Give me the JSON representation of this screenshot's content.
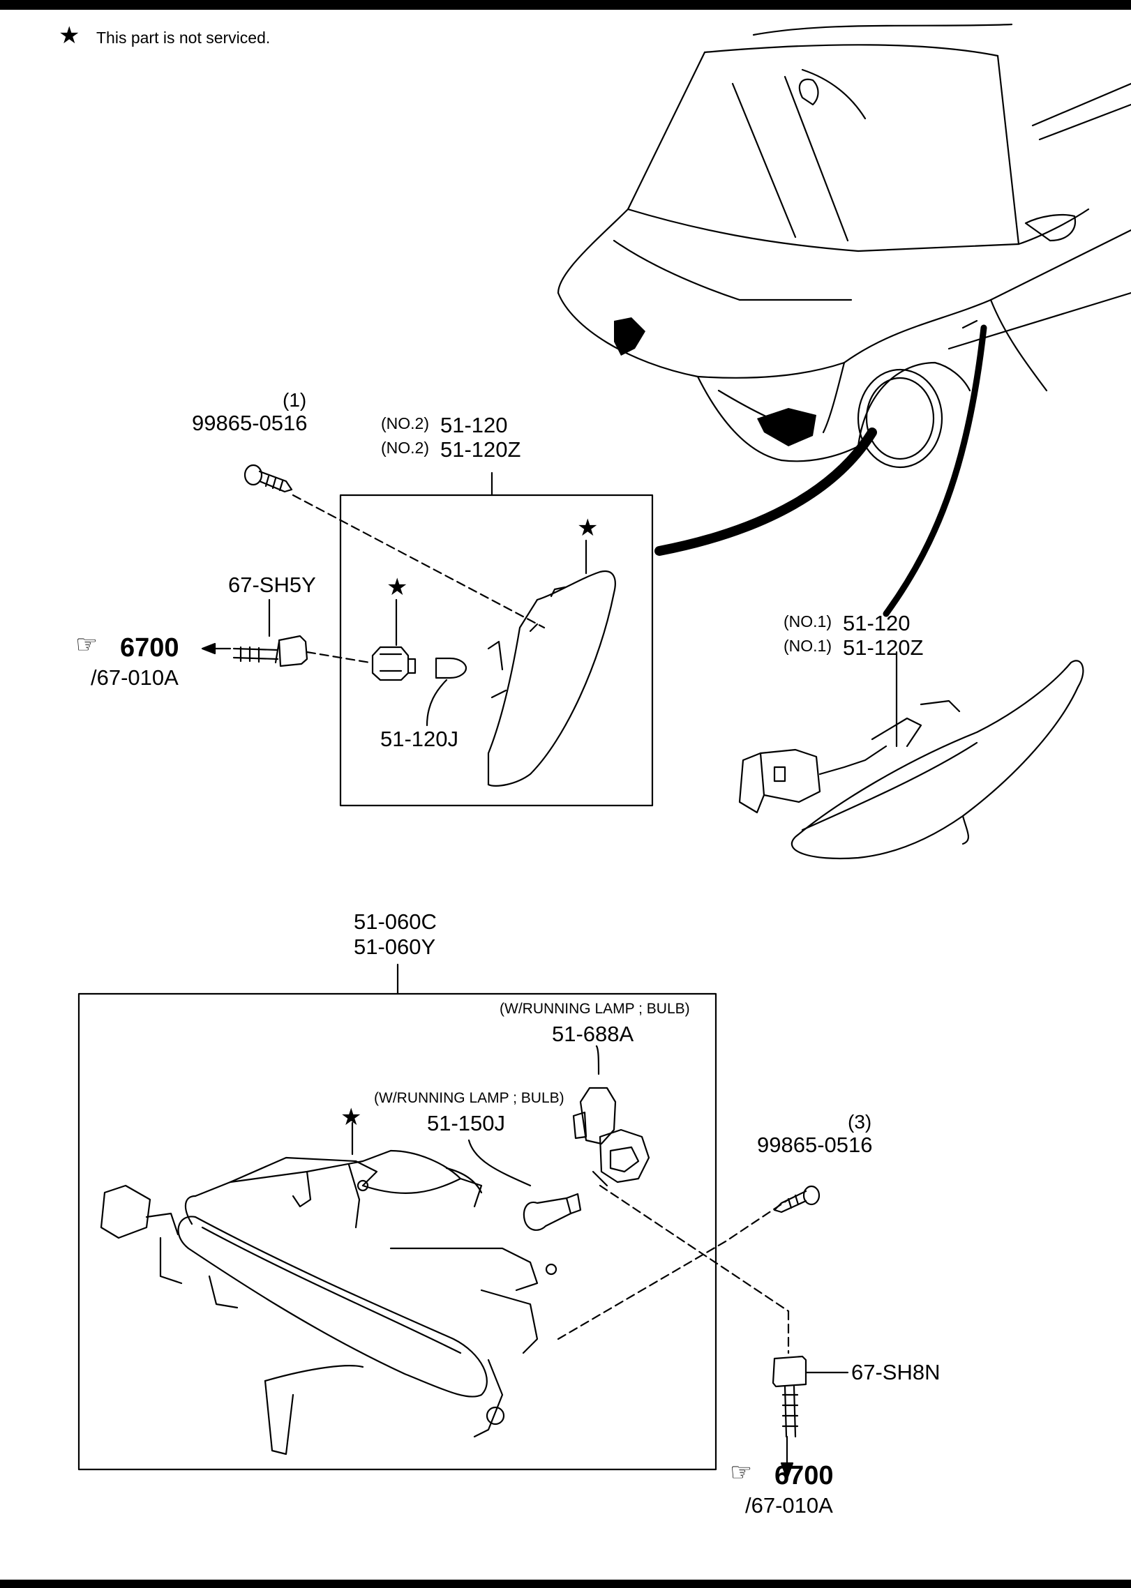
{
  "note": {
    "symbol": "★",
    "text": "This part is not serviced."
  },
  "upper_group": {
    "screw": {
      "qty": "(1)",
      "part": "99865-0516"
    },
    "lamp_no2_a": {
      "prefix": "(NO.2)",
      "part": "51-120"
    },
    "lamp_no2_b": {
      "prefix": "(NO.2)",
      "part": "51-120Z"
    },
    "connector": "67-SH5Y",
    "reference": {
      "number": "6700",
      "sub": "/67-010A"
    },
    "bulb": "51-120J",
    "lamp_no1_a": {
      "prefix": "(NO.1)",
      "part": "51-120"
    },
    "lamp_no1_b": {
      "prefix": "(NO.1)",
      "part": "51-120Z"
    }
  },
  "lower_group": {
    "assembly_a": "51-060C",
    "assembly_b": "51-060Y",
    "socket": {
      "condition": "(W/RUNNING LAMP ; BULB)",
      "part": "51-688A"
    },
    "bulb": {
      "condition": "(W/RUNNING LAMP ; BULB)",
      "part": "51-150J"
    },
    "screw": {
      "qty": "(3)",
      "part": "99865-0516"
    },
    "connector": "67-SH8N",
    "reference": {
      "number": "6700",
      "sub": "/67-010A"
    }
  },
  "colors": {
    "ink": "#000000",
    "paper": "#ffffff"
  },
  "icons": [
    "star-icon",
    "pointing-hand-icon"
  ]
}
